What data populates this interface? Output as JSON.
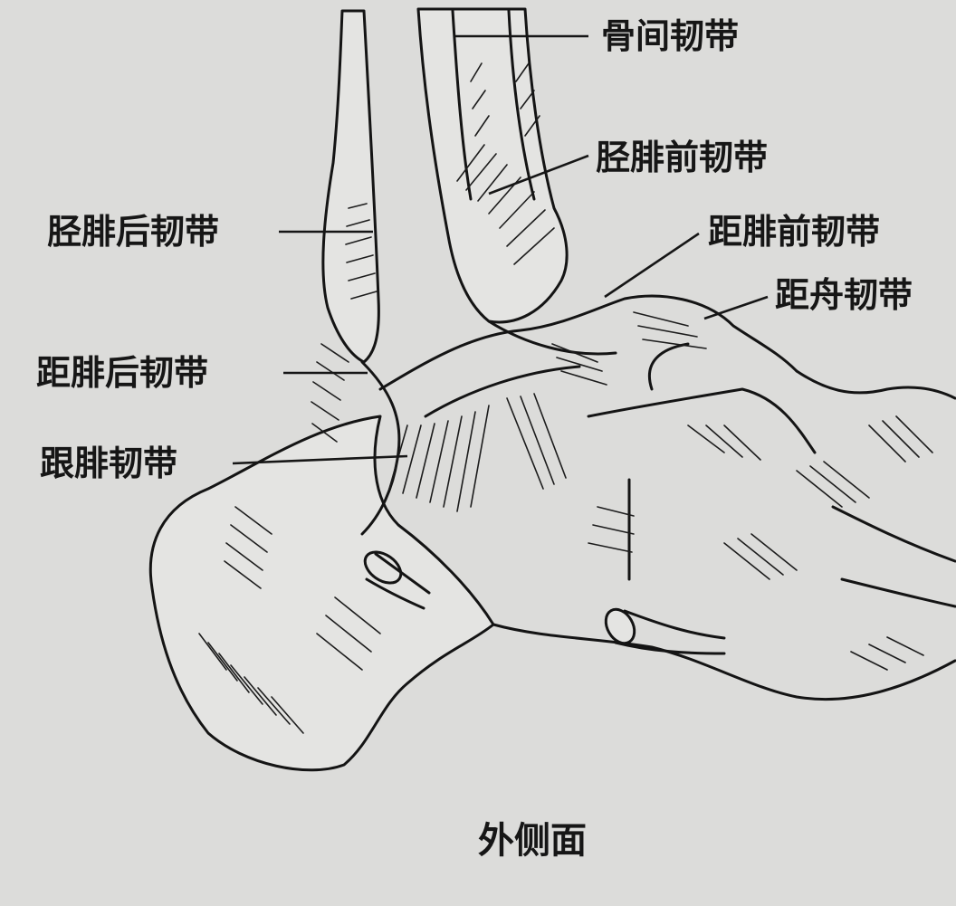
{
  "figure": {
    "labels": {
      "interosseous_ligament": "骨间韧带",
      "anterior_tibiofibular_ligament": "胫腓前韧带",
      "posterior_tibiofibular_ligament": "胫腓后韧带",
      "anterior_talofibular_ligament": "距腓前韧带",
      "talonavicular_ligament": "距舟韧带",
      "posterior_talofibular_ligament": "距腓后韧带",
      "calcaneofibular_ligament": "跟腓韧带"
    },
    "caption": "外侧面"
  },
  "colors": {
    "paper": "#dcdcda",
    "ink": "#161616"
  }
}
